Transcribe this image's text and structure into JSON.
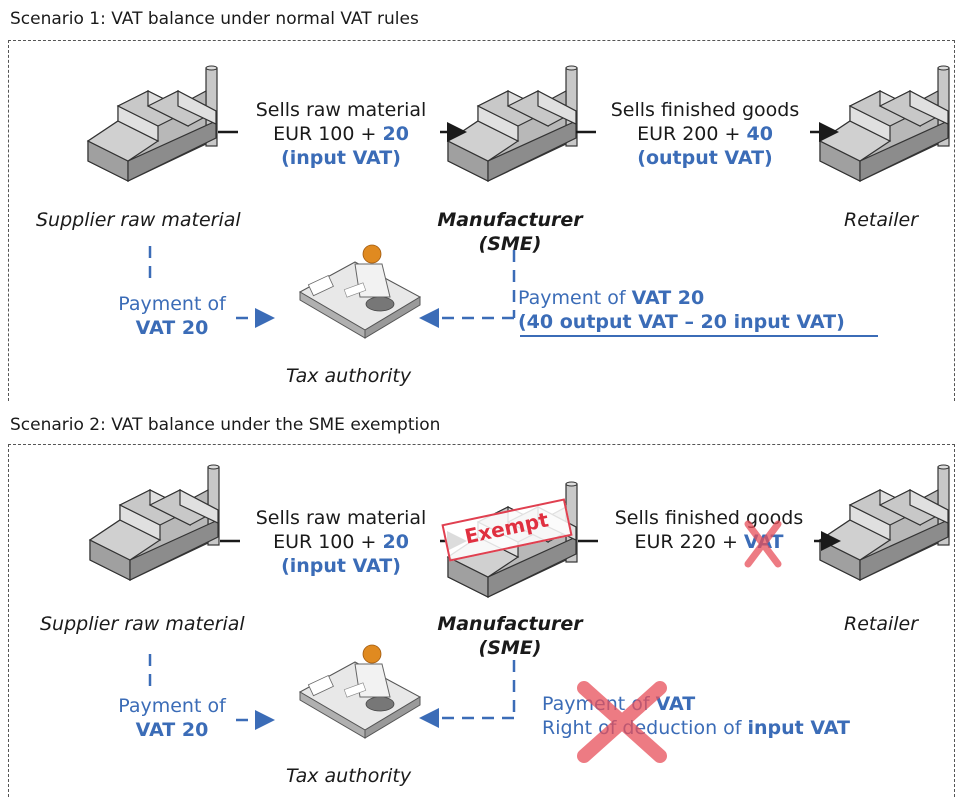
{
  "scenario1": {
    "title": "Scenario 1: VAT balance under normal VAT rules",
    "sale1": {
      "line1": "Sells raw material",
      "line2_prefix": "EUR 100 + ",
      "line2_vat": "20",
      "line3": "(input VAT)"
    },
    "sale2": {
      "line1": "Sells finished goods",
      "line2_prefix": "EUR 200 + ",
      "line2_vat": "40",
      "line3": "(output VAT)"
    },
    "supplier_label": "Supplier raw material",
    "manufacturer_label_1": "Manufacturer",
    "manufacturer_label_2": "(SME)",
    "retailer_label": "Retailer",
    "supplier_payment_line1": "Payment of",
    "supplier_payment_line2": "VAT 20",
    "manufacturer_payment_prefix": "Payment of ",
    "manufacturer_payment_bold": "VAT 20",
    "manufacturer_payment_line2": "(40 output VAT – 20 input VAT)",
    "tax_authority_label": "Tax authority"
  },
  "scenario2": {
    "title": "Scenario 2: VAT balance under the SME exemption",
    "exempt_stamp": "Exempt",
    "sale1": {
      "line1": "Sells raw material",
      "line2_prefix": "EUR 100 + ",
      "line2_vat": "20",
      "line3": "(input VAT)"
    },
    "sale2": {
      "line1": "Sells finished goods",
      "line2_prefix": "EUR 220 + ",
      "line2_vat": "VAT"
    },
    "supplier_label": "Supplier raw material",
    "manufacturer_label_1": "Manufacturer",
    "manufacturer_label_2": "(SME)",
    "retailer_label": "Retailer",
    "supplier_payment_line1": "Payment of",
    "supplier_payment_line2": "VAT 20",
    "crossed_line1_prefix": "Payment of ",
    "crossed_line1_bold": "VAT",
    "crossed_line2_prefix": "Right of deduction of ",
    "crossed_line2_bold": "input VAT",
    "tax_authority_label": "Tax authority"
  },
  "colors": {
    "accent_blue": "#3b6cb7",
    "cross_red": "#e8505a",
    "factory_fill": "#c8c8c8"
  },
  "icons": [
    "factory-icon",
    "tax-officer-icon",
    "cross-icon"
  ]
}
